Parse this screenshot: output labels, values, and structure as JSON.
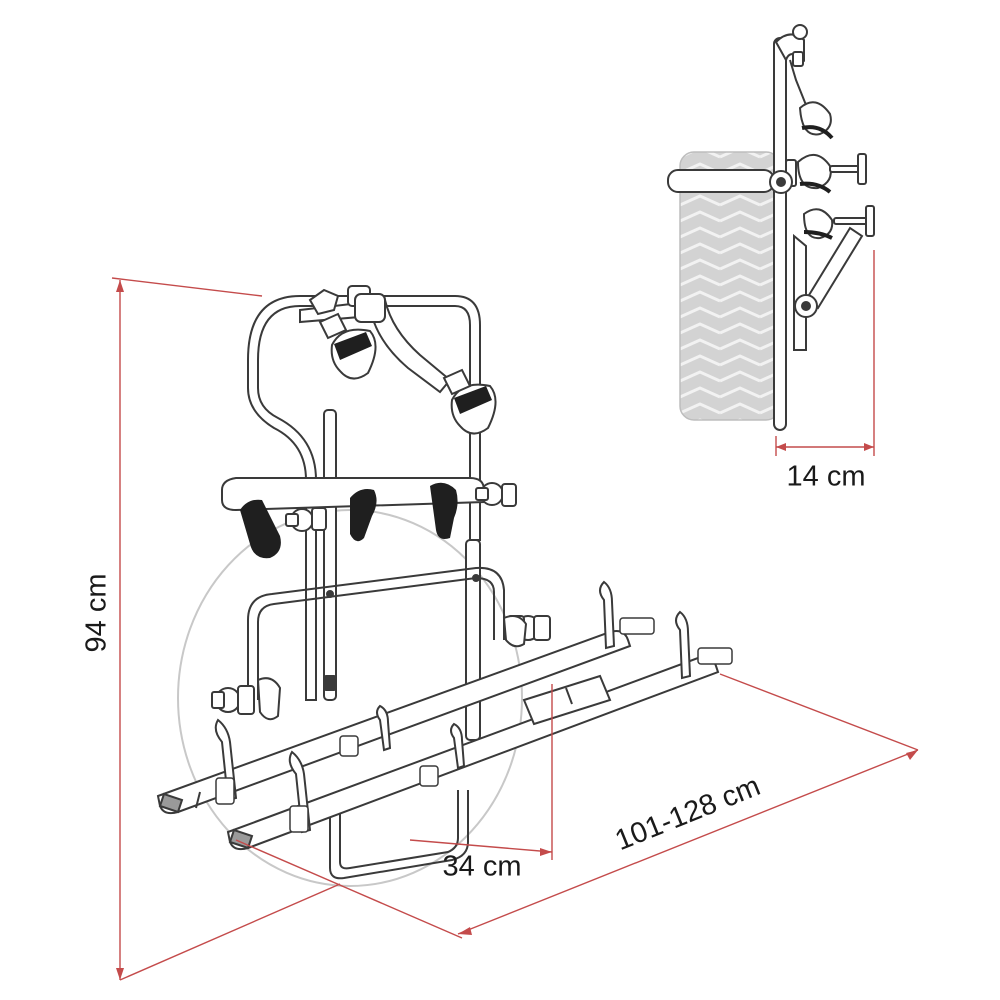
{
  "dimensions": {
    "height_label": "94 cm",
    "depth_label": "34 cm",
    "width_label": "101-128 cm",
    "inset_depth_label": "14 cm"
  },
  "colors": {
    "line": "#3a3a3a",
    "dimension_line": "#c44b4b",
    "frame_fill": "#ffffff",
    "strap": "#1f1f1f",
    "tire_fill": "#d6d6d6",
    "tire_stripe": "#ffffff",
    "spare_wheel": "#c8c8c8"
  }
}
